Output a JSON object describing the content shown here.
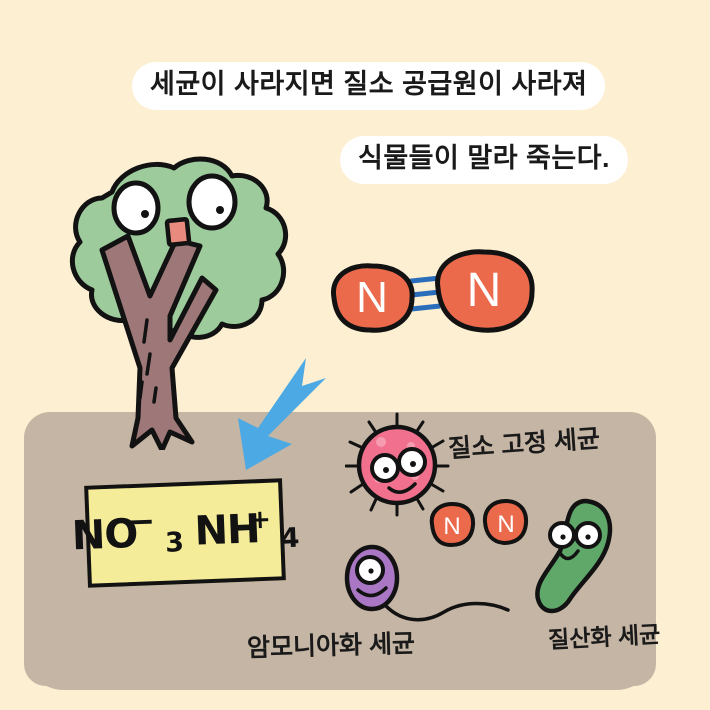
{
  "scene": {
    "background_color": "#FDEFD2",
    "soil_color": "#C5B5A4"
  },
  "title": {
    "line1": "세균이 사라지면 질소 공급원이 사라져",
    "line2": "식물들이 말라 죽는다."
  },
  "tree": {
    "name": "tree-character",
    "canopy_color": "#9DCB9C",
    "trunk_color": "#9E7878",
    "mouth_color": "#E88A7D"
  },
  "molecule": {
    "name": "nitrogen-gas-molecule",
    "atom_label": "N",
    "atom_color": "#EB6A4C",
    "bond_color": "#2A6EBB",
    "bond_count": 3
  },
  "arrow": {
    "name": "downward-arrow",
    "color": "#4CA9E3",
    "direction": "down-left"
  },
  "sticky_note": {
    "name": "soil-nutrients-note",
    "background_color": "#F4EC98",
    "formulas": [
      {
        "base": "NO",
        "sub": "3",
        "sup": "−"
      },
      {
        "base": "NH",
        "sub": "4",
        "sup": "+"
      }
    ]
  },
  "microbes": [
    {
      "name": "nitrogen-fixing-bacterium",
      "label": "질소 고정 세균",
      "color": "#F07090",
      "shape": "spiky-round"
    },
    {
      "name": "ammonifying-bacterium",
      "label": "암모니아화 세균",
      "color": "#A977C4",
      "shape": "oval-with-flagellum"
    },
    {
      "name": "nitrifying-bacterium",
      "label": "질산화 세균",
      "color": "#5FA869",
      "shape": "bean-rod"
    }
  ],
  "free_atoms": {
    "label": "N",
    "color": "#EB6A4C",
    "count": 2
  }
}
